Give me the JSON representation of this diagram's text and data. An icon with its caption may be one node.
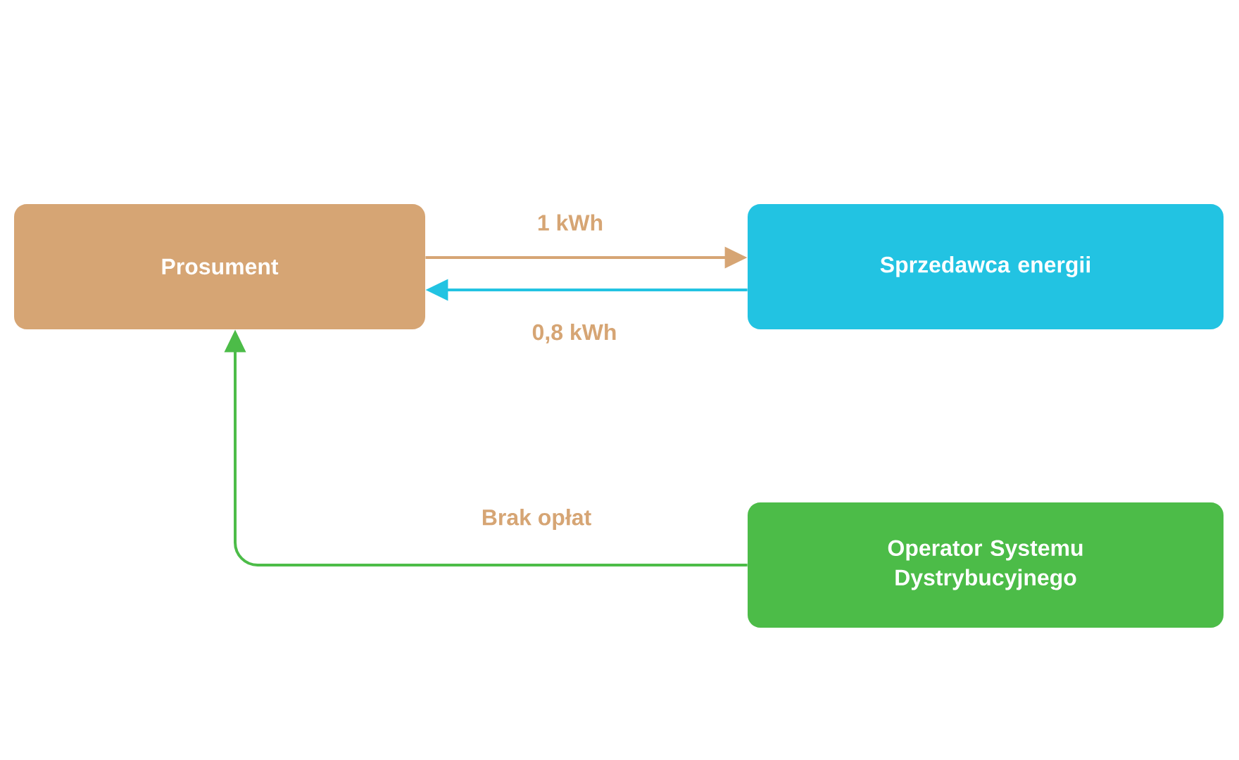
{
  "diagram": {
    "nodes": [
      {
        "text": [
          "Prosument"
        ]
      },
      {
        "text": [
          "Sprzedawca energii"
        ]
      },
      {
        "text": [
          "Operator Systemu Dystrybucyjnego"
        ]
      }
    ],
    "edges": [
      {
        "from": 0,
        "to": 1,
        "arrow": "to",
        "label": "1 kWh",
        "color": "#d6a574"
      },
      {
        "from": 1,
        "to": 0,
        "arrow": "to",
        "label": "0,8 kWh",
        "color": "#22c3e2"
      },
      {
        "from": 2,
        "to": 0,
        "arrow": "to",
        "label": "Brak opłat",
        "color": "#4cbc48"
      }
    ]
  }
}
